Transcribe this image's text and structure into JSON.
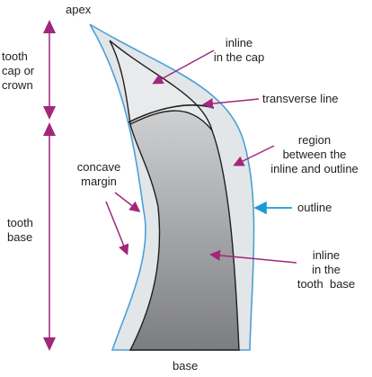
{
  "labels": {
    "apex": "apex",
    "tooth_cap": [
      "tooth",
      "cap or",
      "crown"
    ],
    "tooth_base": [
      "tooth",
      "base"
    ],
    "concave_margin": [
      "concave",
      "margin"
    ],
    "inline_cap": [
      "inline",
      "in the cap"
    ],
    "transverse_line": "transverse line",
    "region_between": [
      "region",
      "between the",
      "inline and outline"
    ],
    "outline": "outline",
    "inline_base": [
      "inline",
      "in the",
      "tooth  base"
    ],
    "base": "base"
  },
  "colors": {
    "purple": "#a0277c",
    "blue": "#1a9ad6",
    "outline_stroke": "#4aa0d6",
    "outer_fill": "#e3e6e8",
    "inline_stroke": "#1f1f1f",
    "cap_fill": "#e9eaeb",
    "base_fill_top": "#cfd0d2",
    "base_fill_bottom": "#7c7d80",
    "text": "#222222"
  }
}
